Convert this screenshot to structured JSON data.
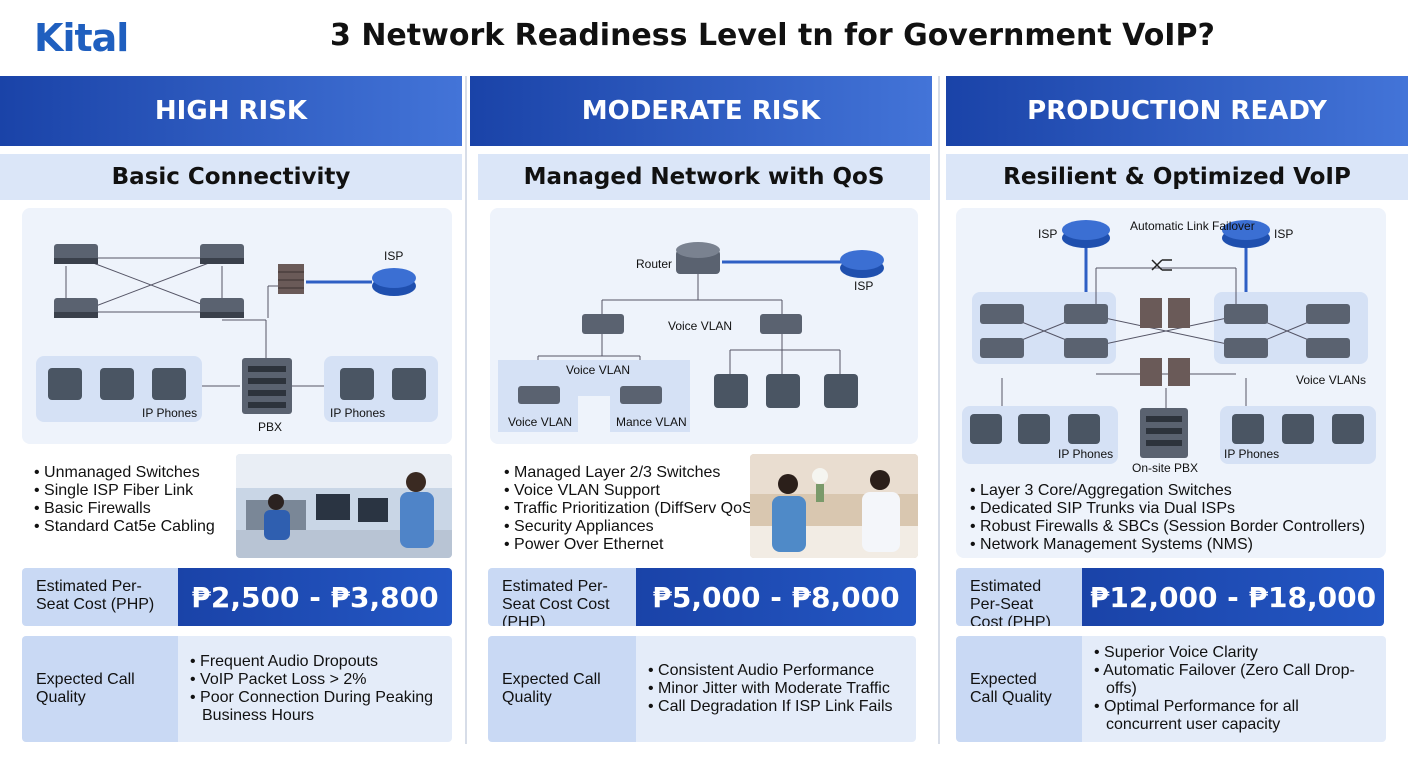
{
  "header": {
    "logo": "Kital",
    "title": "3 Network Readiness Level tn for Government VoIP?"
  },
  "columns": [
    {
      "risk": "HIGH RISK",
      "subtitle": "Basic Connectivity",
      "diagram_labels": {
        "isp": "ISP",
        "phones_left": "IP Phones",
        "pbx": "PBX",
        "phones_right": "IP Phones"
      },
      "features": [
        "Unmanaged Switches",
        "Single ISP Fiber Link",
        "Basic Firewalls",
        "Standard Cat5e Cabling"
      ],
      "photo_icon": "call-center-photo",
      "cost_label": "Estimated Per-Seat Cost (PHP)",
      "cost_value": "₱2,500 - ₱3,800",
      "quality_label": "Expected Call Quality",
      "quality_items": [
        "Frequent Audio Dropouts",
        "VoIP Packet Loss > 2%",
        "Poor Connection During Peaking Business Hours"
      ]
    },
    {
      "risk": "MODERATE RISK",
      "subtitle": "Managed Network with QoS",
      "diagram_labels": {
        "router": "Router",
        "isp": "ISP",
        "voice_vlan_top": "Voice VLAN",
        "voice_vlan_group": "Voice VLAN",
        "voice_vlan_left": "Voice VLAN",
        "mance_vlan": "Mance VLAN"
      },
      "features": [
        "Managed Layer 2/3 Switches",
        "Voice VLAN Support",
        "Traffic Prioritization (DiffServ QoS)",
        "Security Appliances",
        "Power Over Ethernet"
      ],
      "photo_icon": "reception-desk-photo",
      "cost_label": "Estimated Per-Seat Cost Cost (PHP)",
      "cost_value": "₱5,000 - ₱8,000",
      "quality_label": "Expected Call Quality",
      "quality_items": [
        "Consistent Audio Performance",
        "Minor Jitter with Moderate Traffic",
        "Call Degradation If ISP Link Fails"
      ]
    },
    {
      "risk": "PRODUCTION READY",
      "subtitle": "Resilient & Optimized VoIP",
      "diagram_labels": {
        "isp_left": "ISP",
        "failover": "Automatic Link Failover",
        "isp_right": "ISP",
        "voice_vlans": "Voice VLANs",
        "phones_left": "IP Phones",
        "pbx": "On-site PBX",
        "phones_right": "IP Phones"
      },
      "features": [
        "Layer 3 Core/Aggregation Switches",
        "Dedicated SIP Trunks via Dual ISPs",
        "Robust Firewalls & SBCs (Session Border Controllers)",
        "Network Management Systems (NMS)"
      ],
      "cost_label": "Estimated Per-Seat Cost (PHP)",
      "cost_value": "₱12,000 - ₱18,000",
      "quality_label": "Expected Call Quality",
      "quality_items": [
        "Superior Voice Clarity",
        "Automatic Failover (Zero Call Drop-offs)",
        "Optimal Performance for all concurrent user capacity"
      ]
    }
  ],
  "colors": {
    "primary": "#1a43a8",
    "accent": "#4374d8",
    "light": "#dbe6f8",
    "panel": "#eef3fb",
    "logo": "#1f5fbf"
  }
}
